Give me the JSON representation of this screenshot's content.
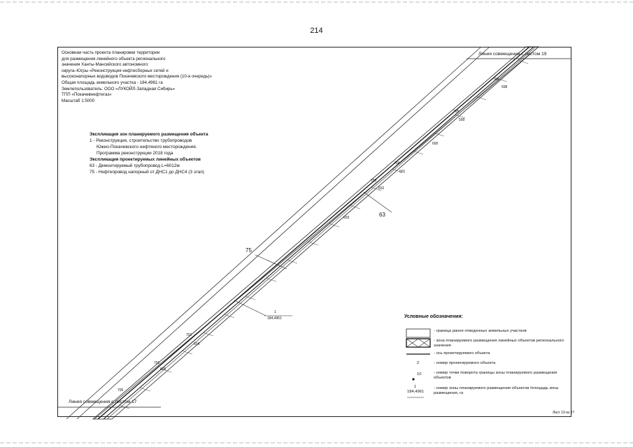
{
  "page_number": "214",
  "info_lines": [
    "Основная часть проекта планировки территории",
    "для размещения линейного объекта регионального",
    "значения Ханты-Мансийского автономного",
    "округа–Югры «Реконструкция нефтесборных сетей и",
    "высоконапорных водоводов Покачевского месторождения (10-я очередь)»",
    "Общая площадь земельного  участка - 184,4961 га",
    "Землепользователь: ООО «ЛУКОЙЛ-Западная Сибирь»",
    "ТПП «Покачевнефтегаз»",
    "Масштаб 1:5000"
  ],
  "zones": {
    "title": "Экспликация зон планируемого размещения объекта",
    "item": "1 - Реконструкция, строительство трубопроводов",
    "lines": [
      "Южно-Покачевского нефтяного месторождения.",
      "Программа реконструкции 2018 года"
    ]
  },
  "objects": {
    "title": "Экспликация проектируемых линейных объектов",
    "items": [
      "63 - Демонтируемый трубопровод L=6012м",
      "75 - Нефтепровод напорный от ДНС1 до ДНС4 (3 этап)"
    ]
  },
  "legend": {
    "title": "Условные обозначения:",
    "items": [
      "- граница ранее отведенных земельных участков",
      "- зона планируемого размещения линейных объектов регионального значения",
      "- ось проектируемого объекта",
      "- номер проектируемого объекта",
      "- номер точки поворота границы зоны планируемого размещения объектов",
      "- номер зоны планируемого размещения объектов /площадь зоны размещения, га"
    ],
    "sym_object_number": "2",
    "sym_point_number": "10",
    "sym_zone_number": "1",
    "sym_zone_area": "184,4961"
  },
  "match_top": "Линия совмещения с листом 19",
  "match_bottom": "Линия совмещения с листом 17",
  "sheet_label": "Лист 19 из 27",
  "map_labels": {
    "object_63": "63",
    "object_75": "75",
    "zone_number": "1",
    "zone_area": "184,4961",
    "points": [
      {
        "id": "p706",
        "t": "706"
      },
      {
        "id": "p598",
        "t": "598"
      },
      {
        "id": "p705",
        "t": "705"
      },
      {
        "id": "p599",
        "t": "599"
      },
      {
        "id": "p600",
        "t": "600"
      },
      {
        "id": "p704",
        "t": "704"
      },
      {
        "id": "p601",
        "t": "601"
      },
      {
        "id": "p703",
        "t": "703"
      },
      {
        "id": "p602",
        "t": "602"
      },
      {
        "id": "p603",
        "t": "603"
      },
      {
        "id": "p702",
        "t": "702"
      },
      {
        "id": "p604",
        "t": "604"
      },
      {
        "id": "p701",
        "t": "701"
      },
      {
        "id": "p605",
        "t": "605"
      },
      {
        "id": "p700",
        "t": "700"
      }
    ]
  }
}
